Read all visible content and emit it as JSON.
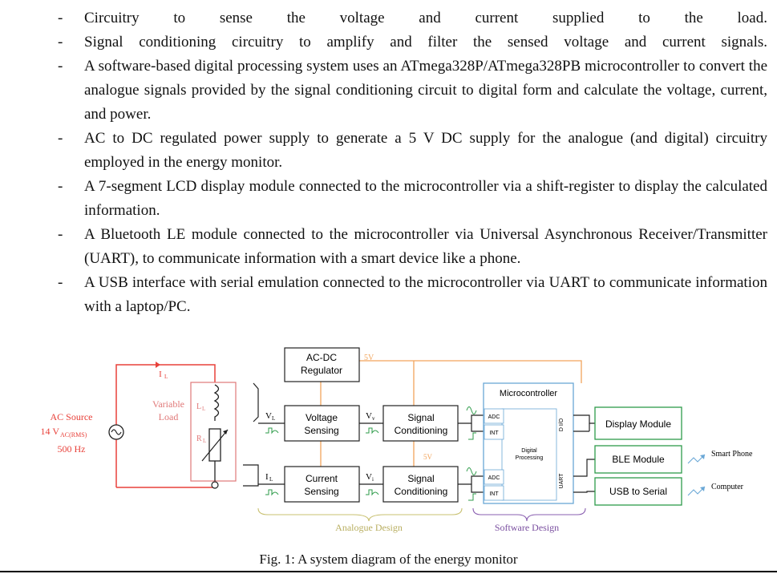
{
  "bullets": [
    "Circuitry to sense the voltage and current supplied to the load.",
    "Signal conditioning circuitry to amplify and filter the sensed voltage and current signals.",
    "A software-based digital processing system uses an ATmega328P/ATmega328PB microcontroller to convert the analogue signals provided by the signal conditioning circuit to digital form and calculate the voltage, current, and power.",
    "AC to DC regulated power supply to generate a 5 V DC supply for the analogue (and digital) circuitry employed in the energy monitor.",
    "A 7-segment LCD display module connected to the microcontroller via a shift-register to display the calculated information.",
    "A Bluetooth LE module connected to the microcontroller via Universal Asynchronous Receiver/Transmitter (UART), to communicate information with a smart device like a phone.",
    "A USB interface with serial emulation connected to the microcontroller via UART to communicate information with a laptop/PC."
  ],
  "bullet_marker": "-",
  "diagram": {
    "ac_source": {
      "line1": "AC Source",
      "line2_main": "14 V",
      "line2_sub": "AC(RMS)",
      "line3": "500 Hz"
    },
    "load": {
      "line1": "Variable",
      "line2": "Load",
      "ll_main": "L",
      "ll_sub": "L",
      "rl_main": "R",
      "rl_sub": "L",
      "il_main": "I",
      "il_sub": "L"
    },
    "regulator": {
      "line1": "AC-DC",
      "line2": "Regulator",
      "out": "5V"
    },
    "voltage_sensing": {
      "line1": "Voltage",
      "line2": "Sensing",
      "in_main": "V",
      "in_sub": "L",
      "out_main": "V",
      "out_sub": "v"
    },
    "current_sensing": {
      "line1": "Current",
      "line2": "Sensing",
      "in_main": "I",
      "in_sub": "L",
      "out_main": "V",
      "out_sub": "i"
    },
    "signal_cond_1": {
      "line1": "Signal",
      "line2": "Conditioning"
    },
    "signal_cond_2": {
      "line1": "Signal",
      "line2": "Conditioning",
      "supply": "5V"
    },
    "microcontroller": {
      "title": "Microcontroller",
      "adc": "ADC",
      "int": "INT",
      "dio": "D I/O",
      "uart": "UART",
      "dp_line1": "Digital",
      "dp_line2": "Processing"
    },
    "display_module": "Display Module",
    "ble_module": "BLE Module",
    "usb_serial": "USB to Serial",
    "smart_phone": "Smart Phone",
    "computer": "Computer",
    "analogue_design": "Analogue Design",
    "software_design": "Software Design"
  },
  "caption": "Fig. 1:  A system diagram of the energy monitor",
  "colors": {
    "red": "#e8413a",
    "orange": "#f2a55c",
    "blue": "#6aa7d6",
    "green": "#2e9b4a",
    "olive": "#c8c070",
    "purple": "#8a5fb0",
    "load_border": "#e07878"
  }
}
